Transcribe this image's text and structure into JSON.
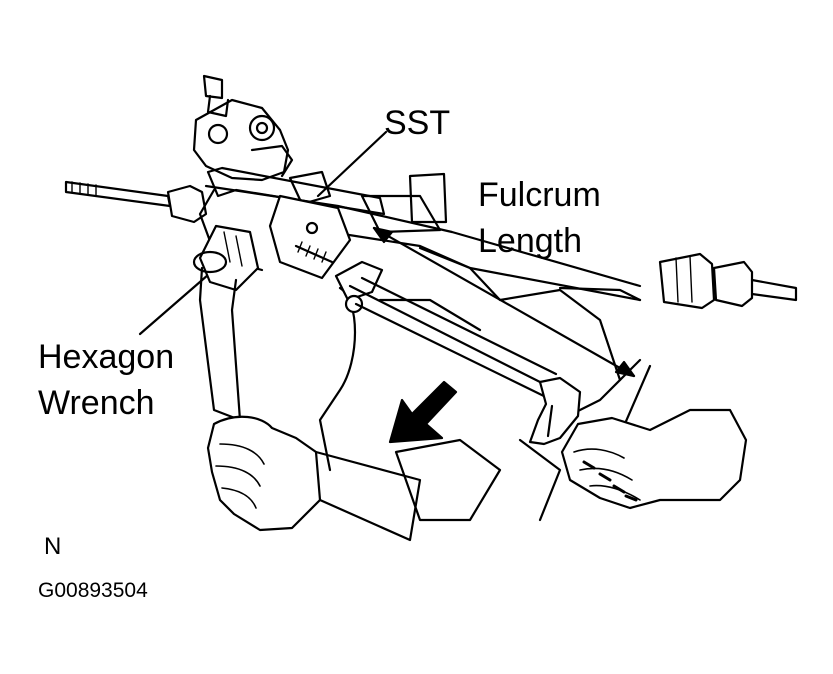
{
  "labels": {
    "sst": "SST",
    "fulcrum_line1": "Fulcrum",
    "fulcrum_line2": "Length",
    "hexagon_line1": "Hexagon",
    "hexagon_line2": "Wrench",
    "view_letter": "N",
    "figure_code": "G00893504"
  },
  "colors": {
    "ink": "#000000",
    "paper": "#ffffff"
  }
}
